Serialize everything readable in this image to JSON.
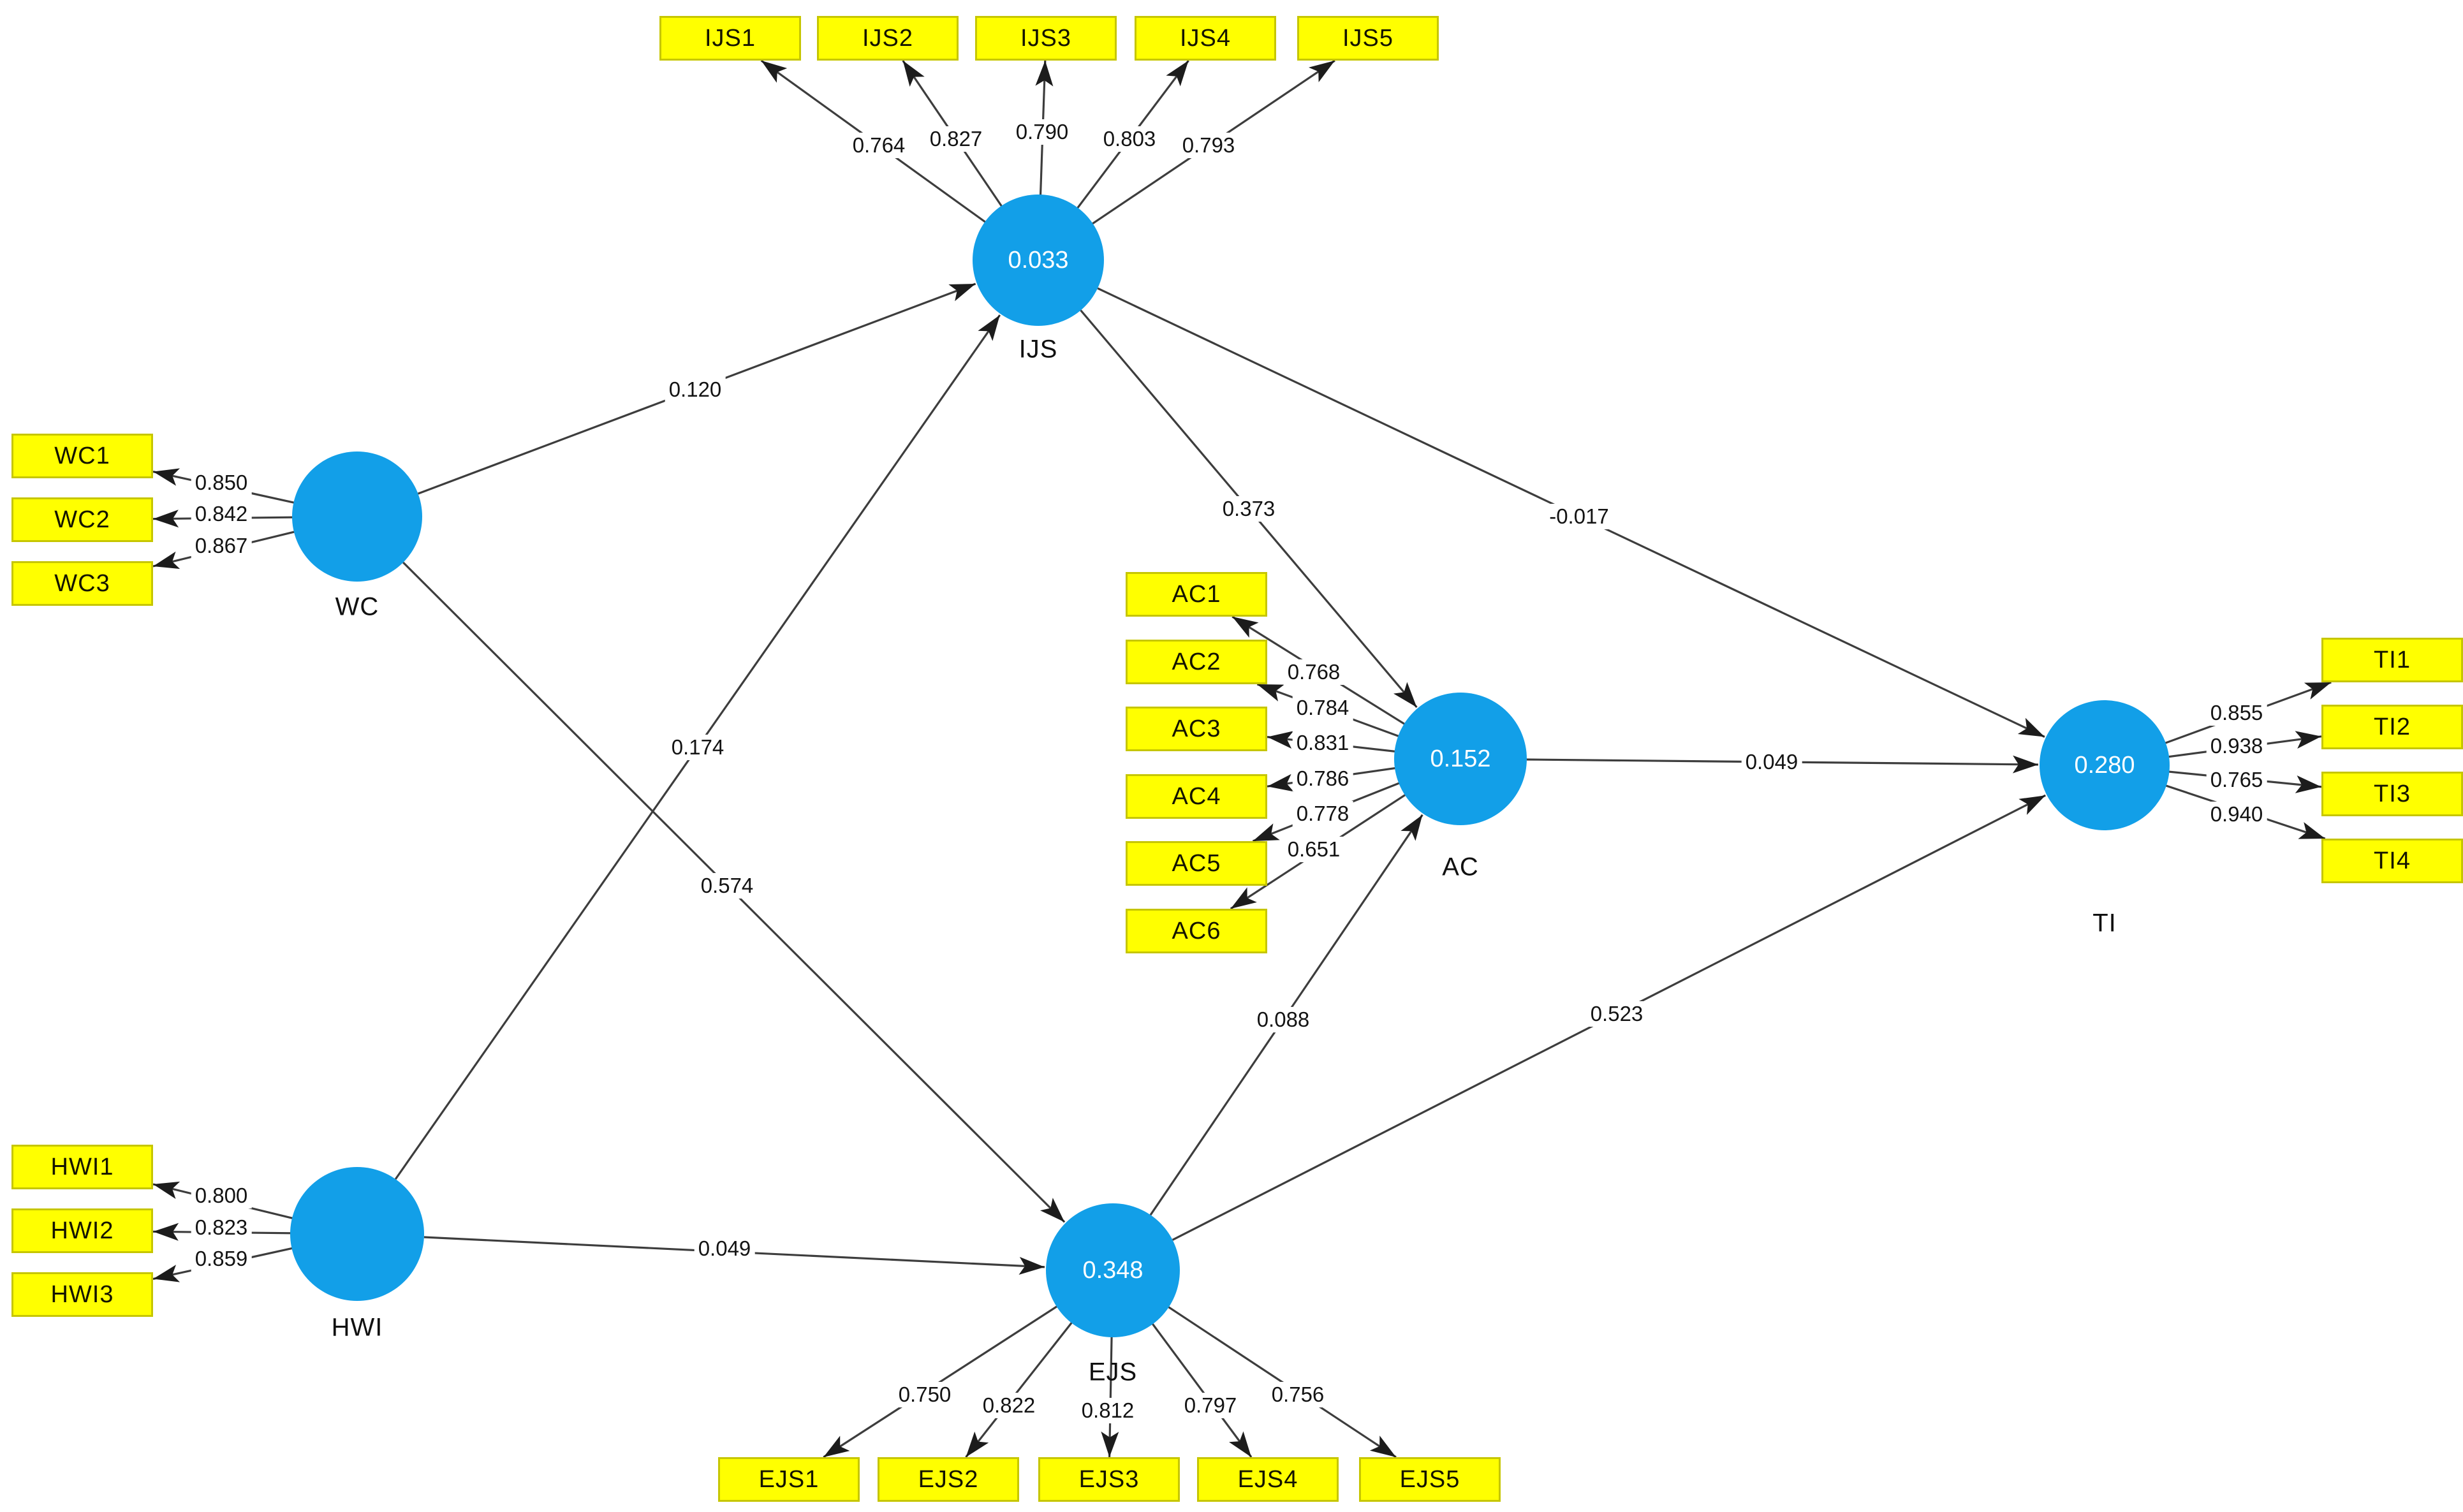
{
  "diagram": {
    "colors": {
      "construct_fill": "#129fe8",
      "indicator_fill": "#ffff00",
      "indicator_border": "#c6c600",
      "line": "#3d3d3d",
      "arrow": "#1c1c1c",
      "r2_text": "#ffffff",
      "label_text": "#131313",
      "background": "#ffffff"
    },
    "constructs": [
      {
        "id": "WC",
        "label": "WC",
        "indicators": [
          {
            "id": "WC1",
            "label": "WC1",
            "loading": "0.850"
          },
          {
            "id": "WC2",
            "label": "WC2",
            "loading": "0.842"
          },
          {
            "id": "WC3",
            "label": "WC3",
            "loading": "0.867"
          }
        ]
      },
      {
        "id": "HWI",
        "label": "HWI",
        "indicators": [
          {
            "id": "HWI1",
            "label": "HWI1",
            "loading": "0.800"
          },
          {
            "id": "HWI2",
            "label": "HWI2",
            "loading": "0.823"
          },
          {
            "id": "HWI3",
            "label": "HWI3",
            "loading": "0.859"
          }
        ]
      },
      {
        "id": "IJS",
        "label": "IJS",
        "r2": "0.033",
        "indicators": [
          {
            "id": "IJS1",
            "label": "IJS1",
            "loading": "0.764"
          },
          {
            "id": "IJS2",
            "label": "IJS2",
            "loading": "0.827"
          },
          {
            "id": "IJS3",
            "label": "IJS3",
            "loading": "0.790"
          },
          {
            "id": "IJS4",
            "label": "IJS4",
            "loading": "0.803"
          },
          {
            "id": "IJS5",
            "label": "IJS5",
            "loading": "0.793"
          }
        ]
      },
      {
        "id": "AC",
        "label": "AC",
        "r2": "0.152",
        "indicators": [
          {
            "id": "AC1",
            "label": "AC1",
            "loading": "0.768"
          },
          {
            "id": "AC2",
            "label": "AC2",
            "loading": "0.784"
          },
          {
            "id": "AC3",
            "label": "AC3",
            "loading": "0.831"
          },
          {
            "id": "AC4",
            "label": "AC4",
            "loading": "0.786"
          },
          {
            "id": "AC5",
            "label": "AC5",
            "loading": "0.778"
          },
          {
            "id": "AC6",
            "label": "AC6",
            "loading": "0.651"
          }
        ]
      },
      {
        "id": "EJS",
        "label": "EJS",
        "r2": "0.348",
        "indicators": [
          {
            "id": "EJS1",
            "label": "EJS1",
            "loading": "0.750"
          },
          {
            "id": "EJS2",
            "label": "EJS2",
            "loading": "0.822"
          },
          {
            "id": "EJS3",
            "label": "EJS3",
            "loading": "0.812"
          },
          {
            "id": "EJS4",
            "label": "EJS4",
            "loading": "0.797"
          },
          {
            "id": "EJS5",
            "label": "EJS5",
            "loading": "0.756"
          }
        ]
      },
      {
        "id": "TI",
        "label": "TI",
        "r2": "0.280",
        "indicators": [
          {
            "id": "TI1",
            "label": "TI1",
            "loading": "0.855"
          },
          {
            "id": "TI2",
            "label": "TI2",
            "loading": "0.938"
          },
          {
            "id": "TI3",
            "label": "TI3",
            "loading": "0.765"
          },
          {
            "id": "TI4",
            "label": "TI4",
            "loading": "0.940"
          }
        ]
      }
    ],
    "paths": [
      {
        "from": "WC",
        "to": "IJS",
        "coef": "0.120"
      },
      {
        "from": "WC",
        "to": "EJS",
        "coef": "0.574"
      },
      {
        "from": "HWI",
        "to": "IJS",
        "coef": "0.174"
      },
      {
        "from": "HWI",
        "to": "EJS",
        "coef": "0.049"
      },
      {
        "from": "IJS",
        "to": "AC",
        "coef": "0.373"
      },
      {
        "from": "IJS",
        "to": "TI",
        "coef": "-0.017"
      },
      {
        "from": "EJS",
        "to": "AC",
        "coef": "0.088"
      },
      {
        "from": "EJS",
        "to": "TI",
        "coef": "0.523"
      },
      {
        "from": "AC",
        "to": "TI",
        "coef": "0.049"
      }
    ]
  }
}
